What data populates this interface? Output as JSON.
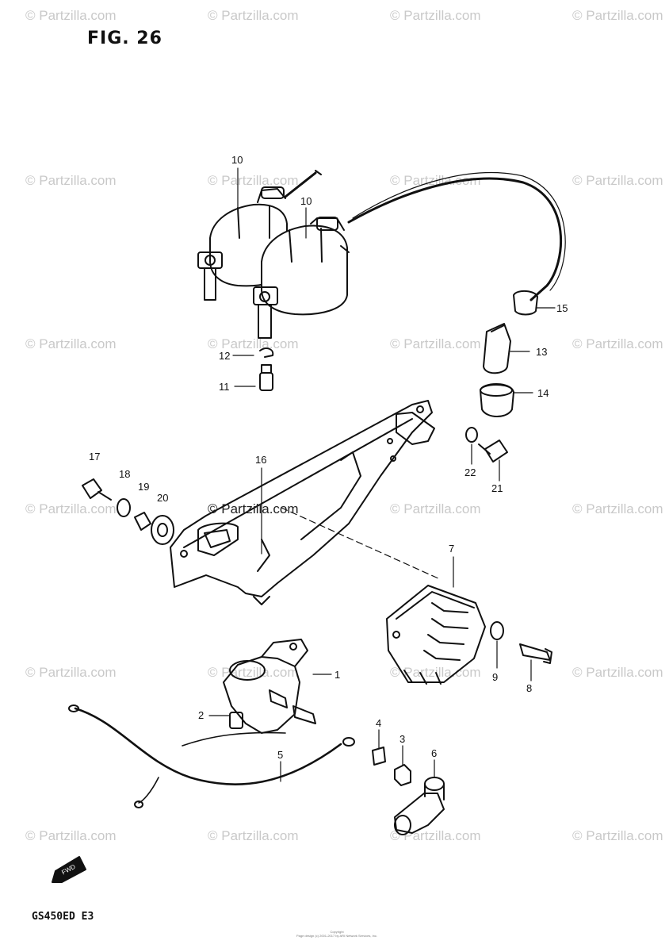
{
  "diagram": {
    "figure_label": "FIG. 26",
    "model_code": "GS450ED E3",
    "watermark_text": "© Partzilla.com",
    "center_watermark_text": "© Partzilla.com",
    "copyright_line1": "Copyright",
    "copyright_line2": "Page design (c) 2001-2017 by ARI Network Services, Inc.",
    "fwd_label": "FWD",
    "callouts": {
      "c1": "1",
      "c2": "2",
      "c3": "3",
      "c4": "4",
      "c5": "5",
      "c6": "6",
      "c7": "7",
      "c8": "8",
      "c9": "9",
      "c10a": "10",
      "c10b": "10",
      "c11": "11",
      "c12": "12",
      "c13": "13",
      "c14": "14",
      "c15": "15",
      "c16": "16",
      "c17": "17",
      "c18": "18",
      "c19": "19",
      "c20": "20",
      "c21": "21",
      "c22": "22"
    }
  }
}
